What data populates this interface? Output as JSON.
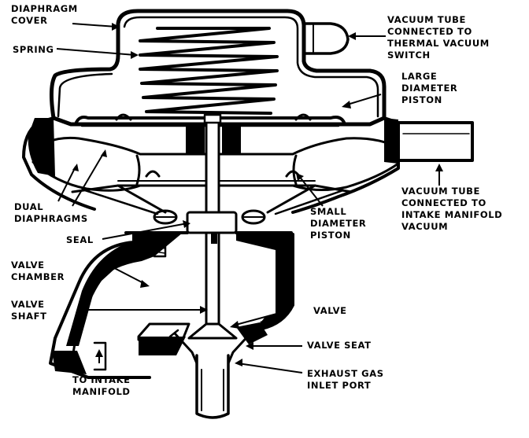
{
  "labels": {
    "diaphragm_cover": [
      "DIAPHRAGM",
      "COVER"
    ],
    "spring": [
      "SPRING"
    ],
    "vacuum_tube_thermal": [
      "VACUUM TUBE",
      "CONNECTED TO",
      "THERMAL VACUUM",
      "SWITCH"
    ],
    "large_piston": [
      "LARGE",
      "DIAMETER",
      "PISTON"
    ],
    "vacuum_tube_intake": [
      "VACUUM TUBE",
      "CONNECTED TO",
      "INTAKE MANIFOLD",
      "VACUUM"
    ],
    "dual_diaphragms": [
      "DUAL",
      "DIAPHRAGMS"
    ],
    "small_piston": [
      "SMALL",
      "DIAMETER",
      "PISTON"
    ],
    "seal": [
      "SEAL"
    ],
    "valve_chamber": [
      "VALVE",
      "CHAMBER"
    ],
    "valve_shaft": [
      "VALVE",
      "SHAFT"
    ],
    "valve": [
      "VALVE"
    ],
    "valve_seat": [
      "VALVE SEAT"
    ],
    "to_intake_manifold": [
      "TO INTAKE",
      "MANIFOLD"
    ],
    "exhaust_gas_port": [
      "EXHAUST GAS",
      "INLET PORT"
    ]
  },
  "colors": {
    "ink": "#000000",
    "paper": "#ffffff"
  }
}
